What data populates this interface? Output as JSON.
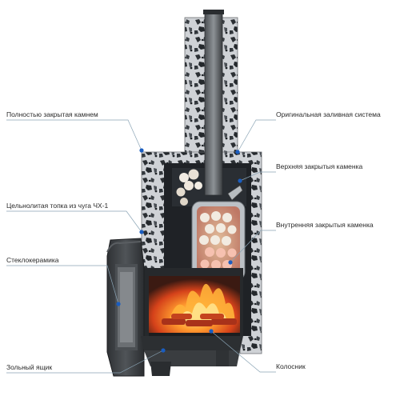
{
  "callouts": {
    "fully_stone": "Полностью закрытая камнем",
    "cast_firebox": "Цельнолитая топка из чуга ЧХ-1",
    "glass_ceramic": "Стеклокерамика",
    "ash_box": "Зольный ящик",
    "original_filling": "Оригинальная заливная система",
    "upper_heater": "Верхняя закрытыя каменка",
    "inner_heater": "Внутренняя закрытыя каменка",
    "grate": "Колосник"
  },
  "colors": {
    "stone_base": "#c9ccd0",
    "stone_speck": "#2b2f33",
    "cast_iron": "#3a3d40",
    "fire": "#e4571b",
    "line": "#6a8fa8",
    "dot": "#1a5dc0"
  }
}
